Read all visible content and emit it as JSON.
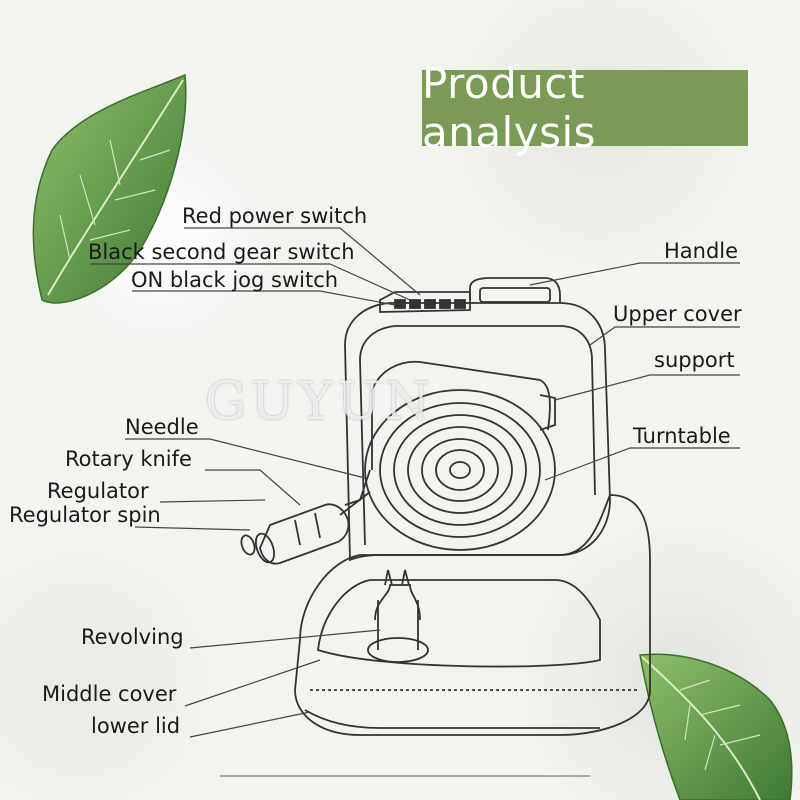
{
  "title": "Product analysis",
  "watermark": "GUYUN",
  "colors": {
    "title_bg": "#7a9a55",
    "leaf": "#5f9446",
    "line": "#333333"
  },
  "labels": {
    "red_power_switch": "Red power switch",
    "black_second_gear_switch": "Black second gear switch",
    "on_black_jog_switch": "ON black jog switch",
    "handle": "Handle",
    "upper_cover": "Upper cover",
    "support": "support",
    "needle": "Needle",
    "turntable": "Turntable",
    "rotary_knife": "Rotary knife",
    "regulator": "Regulator",
    "regulator_spin": "Regulator spin",
    "revolving": "Revolving",
    "middle_cover": "Middle cover",
    "lower_lid": "lower lid"
  }
}
